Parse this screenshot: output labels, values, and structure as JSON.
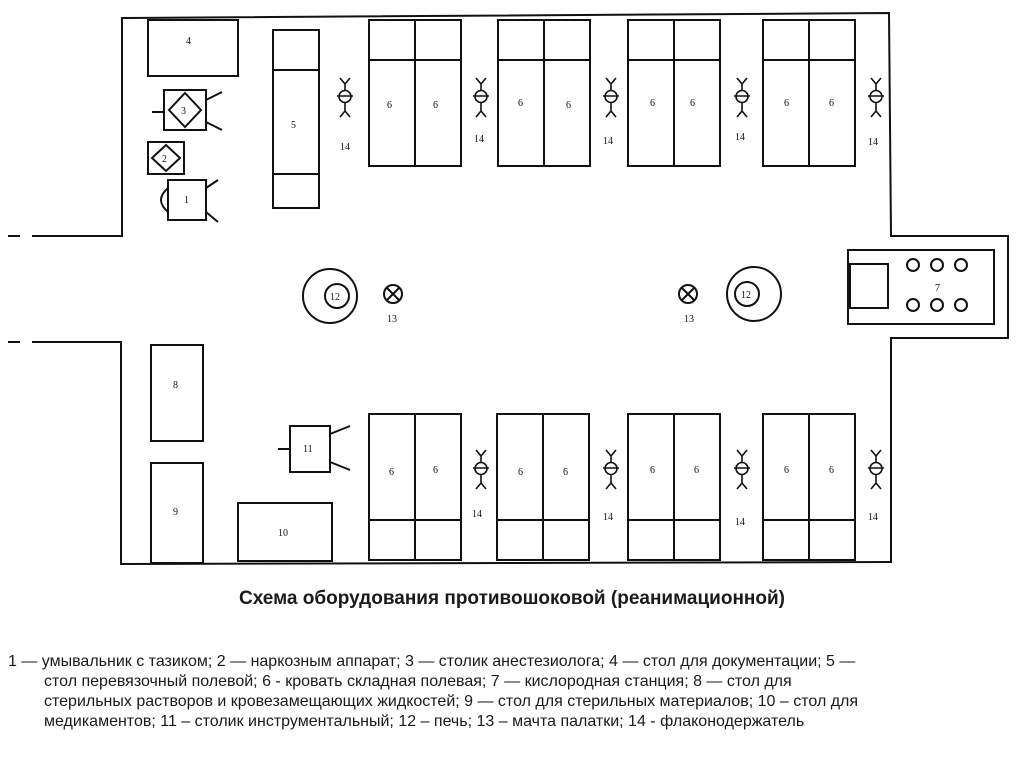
{
  "diagram": {
    "labels": {
      "n1": "1",
      "n2": "2",
      "n3": "3",
      "n4": "4",
      "n5": "5",
      "n6": "6",
      "n7": "7",
      "n8": "8",
      "n9": "9",
      "n10": "10",
      "n11": "11",
      "n12": "12",
      "n13": "13",
      "n14": "14"
    }
  },
  "caption": "Схема оборудования противошоковой (реанимационной)",
  "legend_lines": [
    "1 — умывальник с тазиком; 2 — наркозным аппарат; 3 — столик анестезиолога; 4 — стол для документации; 5 —",
    "стол перевязочный полевой; 6 - кровать складная полевая; 7 — кислородная станция; 8 — стол для",
    "стерильных растворов и кровезамещающих жидкостей; 9 — стол для стерильных материалов; 10 – стол для",
    "медикаментов; 11 – столик  инструментальный; 12 – печь; 13 – мачта палатки; 14 - флаконодержатель"
  ]
}
